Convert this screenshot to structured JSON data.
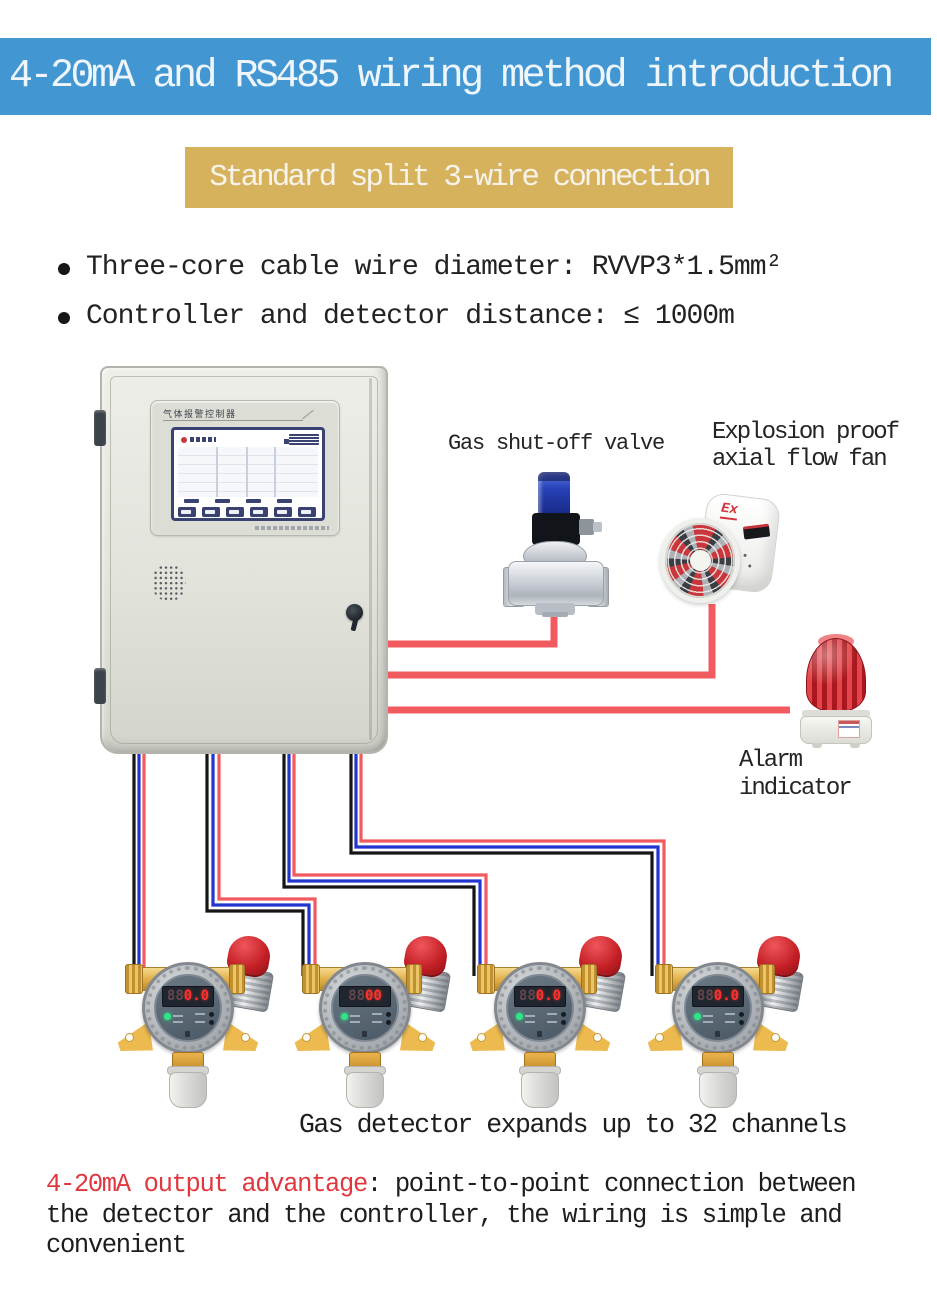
{
  "header": {
    "title": "4-20mA and RS485 wiring method introduction"
  },
  "subheader": {
    "title": "Standard split 3-wire connection"
  },
  "bullets": {
    "items": [
      "Three-core cable wire diameter: RVVP3*1.5mm²",
      "Controller and detector distance: ≤ 1000m"
    ]
  },
  "controller": {
    "panel_label": "气体报警控制器"
  },
  "devices": {
    "valve": {
      "label": "Gas shut-off valve"
    },
    "fan": {
      "label_line1": "Explosion proof",
      "label_line2": "axial flow fan",
      "badge": "Ex"
    },
    "beacon": {
      "label_line1": "Alarm",
      "label_line2": "indicator"
    }
  },
  "detectors": {
    "caption": "Gas detector expands up to 32 channels",
    "ghost_digits": "88",
    "units": [
      {
        "reading": "0.0"
      },
      {
        "reading": "00"
      },
      {
        "reading": "0.0"
      },
      {
        "reading": "0.0"
      }
    ]
  },
  "footer": {
    "highlight": "4-20mA output advantage",
    "rest": ": point-to-point connection between the detector and the controller, the wiring is simple and convenient"
  },
  "colors": {
    "header_bg": "#4296d2",
    "subheader_bg": "#d6b25c",
    "highlight_red": "#e0383f",
    "wire_red": "#f15a5e",
    "wire_blue": "#2335cf",
    "wire_black": "#151515"
  }
}
